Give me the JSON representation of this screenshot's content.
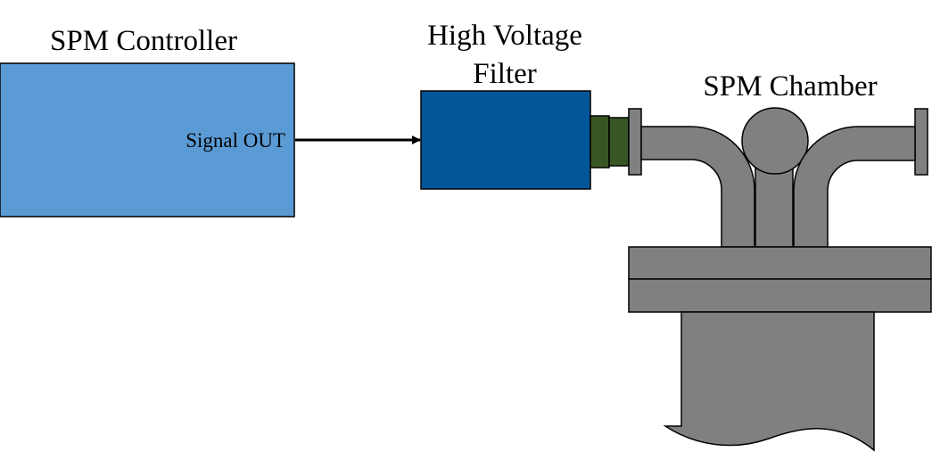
{
  "labels": {
    "controller_title": "SPM Controller",
    "signal_out": "Signal  OUT",
    "filter_title_line1": "High Voltage",
    "filter_title_line2": "Filter",
    "chamber_title": "SPM Chamber"
  },
  "colors": {
    "controller_fill": "#5b9bd5",
    "filter_fill": "#005699",
    "connector_fill": "#375623",
    "chamber_fill": "#808080",
    "outline": "#000000",
    "arrow": "#000000",
    "background": "#ffffff"
  }
}
